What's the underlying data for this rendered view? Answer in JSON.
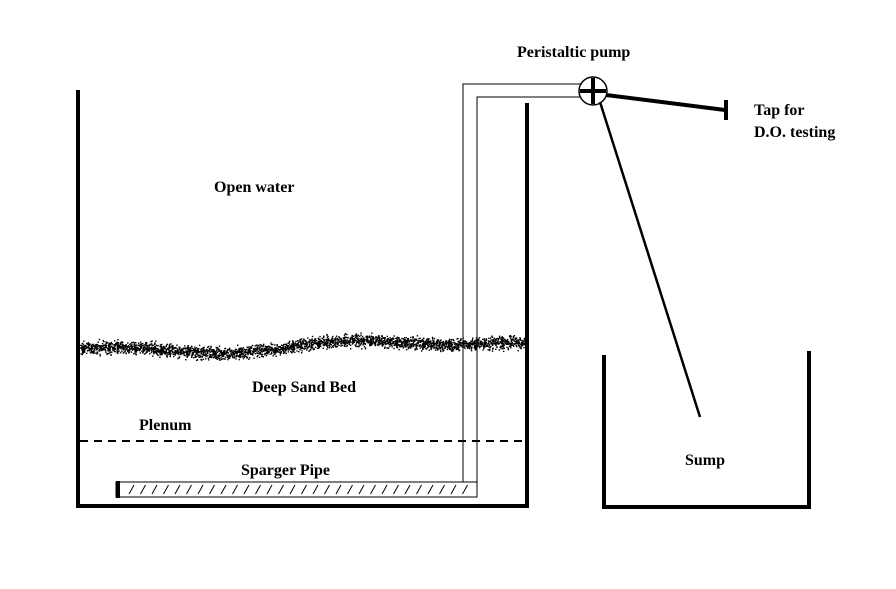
{
  "diagram": {
    "labels": {
      "pump": "Peristaltic pump",
      "tap_line1": "Tap for",
      "tap_line2": "D.O. testing",
      "open_water": "Open water",
      "deep_sand_bed": "Deep Sand Bed",
      "plenum": "Plenum",
      "sparger_pipe": "Sparger Pipe",
      "sump": "Sump"
    },
    "colors": {
      "line": "#000000",
      "background": "#ffffff",
      "sand": "#000000"
    }
  }
}
